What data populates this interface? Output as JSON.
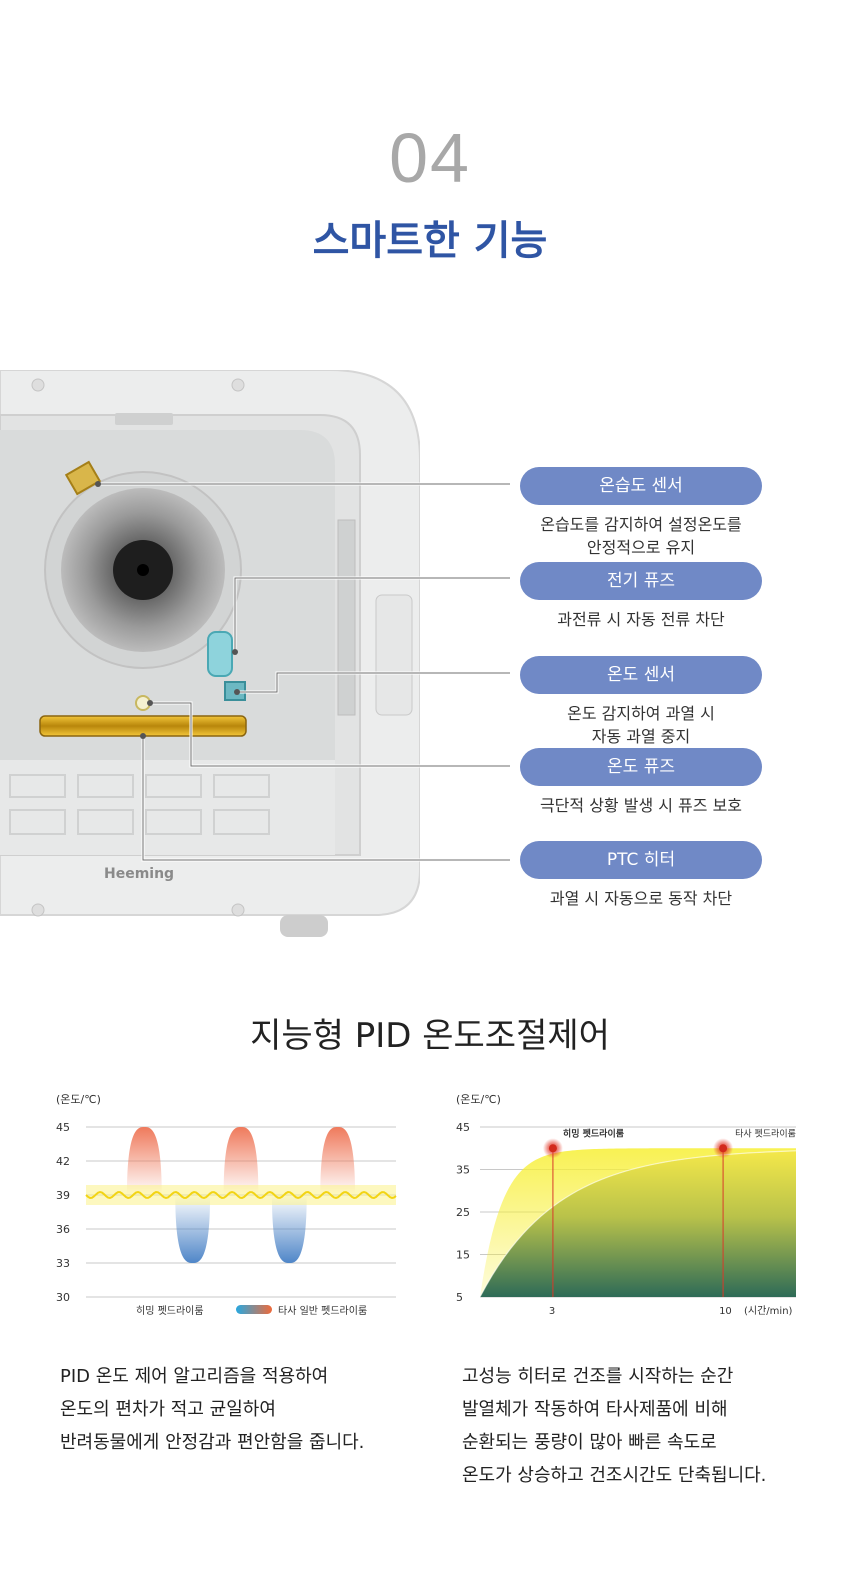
{
  "section": {
    "number": "04",
    "title": "스마트한 기능"
  },
  "product": {
    "brand_logo": "Heeming"
  },
  "features": [
    {
      "label": "온습도 센서",
      "desc_lines": [
        "온습도를 감지하여 설정온도를",
        "안정적으로 유지"
      ]
    },
    {
      "label": "전기 퓨즈",
      "desc_lines": [
        "과전류 시 자동 전류 차단"
      ]
    },
    {
      "label": "온도 센서",
      "desc_lines": [
        "온도 감지하여 과열 시",
        "자동 과열 중지"
      ]
    },
    {
      "label": "온도 퓨즈",
      "desc_lines": [
        "극단적 상황 발생 시 퓨즈 보호"
      ]
    },
    {
      "label": "PTC 히터",
      "desc_lines": [
        "과열 시 자동으로 동작 차단"
      ]
    }
  ],
  "pid": {
    "title": "지능형 PID 온도조절제어"
  },
  "chart_data": [
    {
      "type": "line",
      "ylabel": "(온도/℃)",
      "yticks": [
        45,
        42,
        39,
        36,
        33,
        30
      ],
      "ylim": [
        30,
        45
      ],
      "grid": true,
      "series": [
        {
          "name": "히밍 펫드라이룸",
          "values": [
            39,
            39,
            39,
            39,
            39,
            39,
            39
          ],
          "color": "#f2d414"
        },
        {
          "name": "타사 일반 펫드라이룸",
          "values": [
            39,
            45,
            33,
            45,
            33,
            45,
            39
          ],
          "color": "#e8604a"
        }
      ],
      "legend_placement": "bottom"
    },
    {
      "type": "area",
      "ylabel": "(온도/℃)",
      "xlabel": "(시간/min)",
      "yticks": [
        45,
        35,
        25,
        15,
        5
      ],
      "ylim": [
        5,
        45
      ],
      "xticks": [
        "3",
        "10"
      ],
      "grid": true,
      "series": [
        {
          "name": "히밍 펫드라이룸",
          "peak_x": "3",
          "peak_y": 40
        },
        {
          "name": "타사 펫드라이룸",
          "peak_x": "10",
          "peak_y": 40
        }
      ]
    }
  ],
  "paragraphs": {
    "left": [
      "PID 온도 제어 알고리즘을 적용하여",
      "온도의 편차가 적고 균일하여",
      "반려동물에게 안정감과 편안함을 줍니다."
    ],
    "right": [
      "고성능 히터로 건조를 시작하는 순간",
      "발열체가 작동하여 타사제품에 비해",
      "순환되는 풍량이 많아 빠른 속도로",
      "온도가 상승하고 건조시간도 단축됩니다."
    ]
  }
}
